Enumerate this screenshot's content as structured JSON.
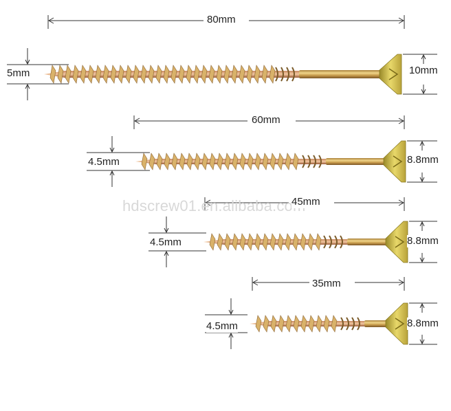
{
  "watermark": "hdscrew01.en.alibaba.com",
  "colors": {
    "line": "#333333",
    "shank": "#c9a24a",
    "head": "#d6c24a",
    "tip": "#b87752"
  },
  "screws": [
    {
      "id": "80",
      "length_label": "80mm",
      "thread_diameter_label": "5mm",
      "head_diameter_label": "10mm"
    },
    {
      "id": "60",
      "length_label": "60mm",
      "thread_diameter_label": "4.5mm",
      "head_diameter_label": "8.8mm"
    },
    {
      "id": "45",
      "length_label": "45mm",
      "thread_diameter_label": "4.5mm",
      "head_diameter_label": "8.8mm"
    },
    {
      "id": "35",
      "length_label": "35mm",
      "thread_diameter_label": "4.5mm",
      "head_diameter_label": "8.8mm"
    }
  ]
}
